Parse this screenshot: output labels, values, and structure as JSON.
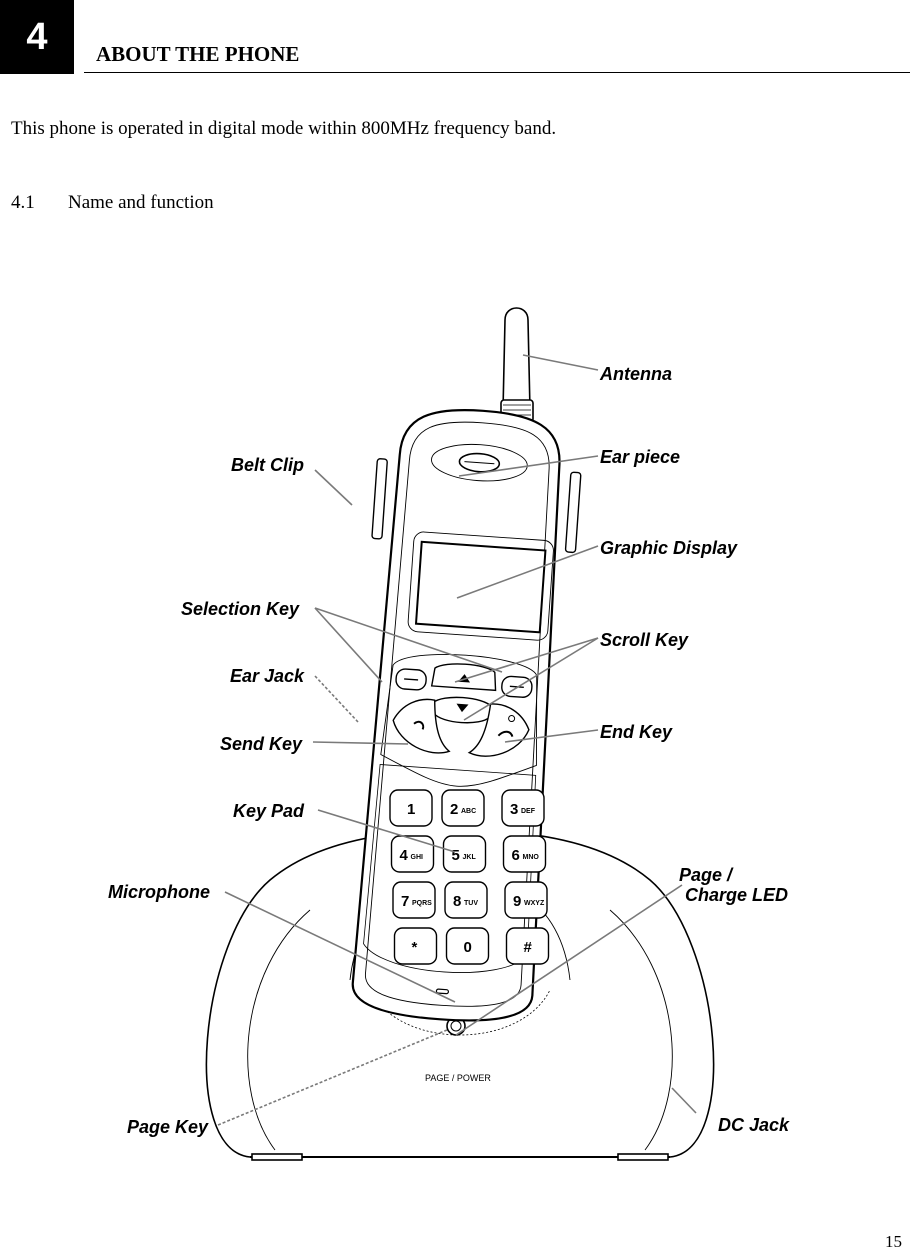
{
  "header": {
    "chapter_number": "4",
    "chapter_title": "ABOUT THE PHONE"
  },
  "intro_text": "This phone is operated in digital mode within 800MHz frequency band.",
  "section": {
    "number": "4.1",
    "title": "Name and function"
  },
  "callouts": {
    "antenna": "Antenna",
    "ear_piece": "Ear piece",
    "belt_clip": "Belt Clip",
    "graphic_display": "Graphic Display",
    "selection_key": "Selection Key",
    "scroll_key": "Scroll Key",
    "ear_jack": "Ear Jack",
    "send_key": "Send Key",
    "end_key": "End Key",
    "key_pad": "Key Pad",
    "page_charge_led_line1": "Page /",
    "page_charge_led_line2": "Charge LED",
    "microphone": "Microphone",
    "page_key": "Page Key",
    "dc_jack": "DC Jack"
  },
  "keypad": [
    {
      "digit": "1",
      "sub": ""
    },
    {
      "digit": "2",
      "sub": "ABC"
    },
    {
      "digit": "3",
      "sub": "DEF"
    },
    {
      "digit": "4",
      "sub": "GHI"
    },
    {
      "digit": "5",
      "sub": "JKL"
    },
    {
      "digit": "6",
      "sub": "MNO"
    },
    {
      "digit": "7",
      "sub": "PQRS"
    },
    {
      "digit": "8",
      "sub": "TUV"
    },
    {
      "digit": "9",
      "sub": "WXYZ"
    },
    {
      "digit": "*",
      "sub": ""
    },
    {
      "digit": "0",
      "sub": ""
    },
    {
      "digit": "#",
      "sub": ""
    }
  ],
  "base_label": "PAGE / POWER",
  "page_number": "15"
}
